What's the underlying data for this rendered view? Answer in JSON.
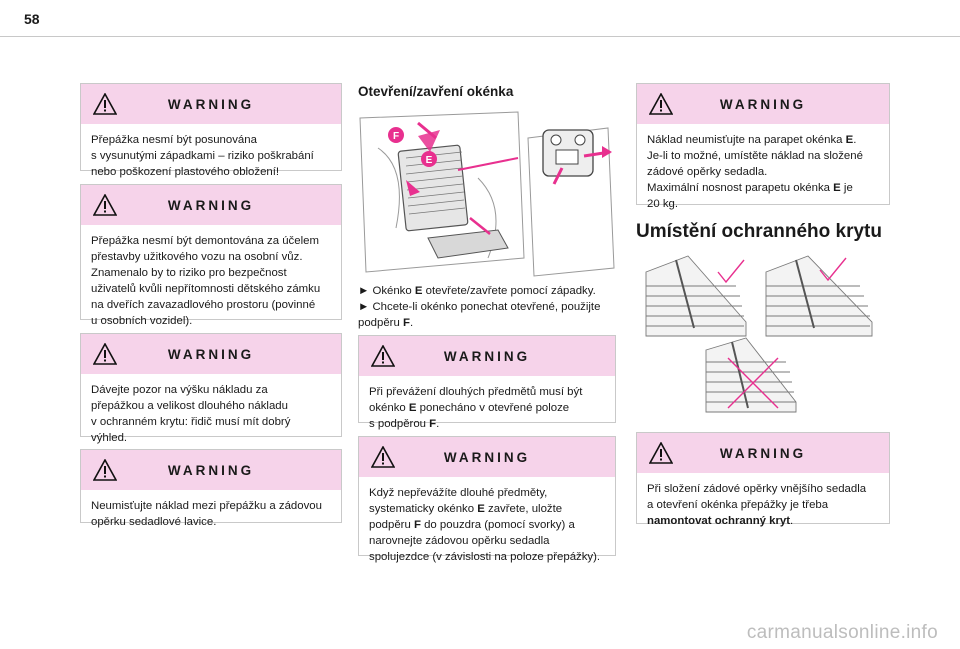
{
  "page_number": "58",
  "col1": {
    "w1": {
      "title": "WARNING",
      "lines": [
        "Přepážka nesmí být posunována",
        "s vysunutými západkami – riziko poškrabání",
        "nebo poškození plastového obložení!"
      ]
    },
    "w2": {
      "title": "WARNING",
      "lines": [
        "Přepážka nesmí být demontována za účelem",
        "přestavby užitkového vozu na osobní vůz.",
        "Znamenalo by to riziko pro bezpečnost",
        "uživatelů kvůli nepřítomnosti dětského zámku",
        "na dveřích zavazadlového prostoru (povinné",
        "u osobních vozidel)."
      ]
    },
    "w3": {
      "title": "WARNING",
      "lines": [
        "Dávejte pozor na výšku nákladu za",
        "přepážkou a velikost dlouhého nákladu",
        "v ochranném krytu: řidič musí mít dobrý",
        "výhled."
      ]
    },
    "w4": {
      "title": "WARNING",
      "lines": [
        "Neumisťujte náklad mezi přepážku a zádovou",
        "opěrku sedadlové lavice."
      ]
    }
  },
  "col2": {
    "title": "Otevření/zavření okénka",
    "figure_labels": {
      "f": "F",
      "e": "E"
    },
    "bullet1": {
      "arrow": "►",
      "a": "Okénko ",
      "b": "E",
      "c": " otevřete/zavřete pomocí západky."
    },
    "bullet2": {
      "arrow": "►",
      "a": "Chcete-li okénko ponechat otevřené, použijte",
      "b": "podpěru ",
      "c": "F",
      "d": "."
    },
    "w5": {
      "title": "WARNING",
      "l1": "Při převážení dlouhých předmětů musí být",
      "l2a": "okénko ",
      "l2b": "E",
      "l2c": " ponecháno v otevřené poloze",
      "l3a": "s podpěrou ",
      "l3b": "F",
      "l3c": "."
    },
    "w6": {
      "title": "WARNING",
      "l1": "Když nepřevážíte dlouhé předměty,",
      "l2a": "systematicky okénko ",
      "l2b": "E",
      "l2c": " zavřete, uložte",
      "l3a": "podpěru ",
      "l3b": "F",
      "l3c": " do pouzdra (pomocí svorky) a",
      "l4": "narovnejte zádovou opěrku sedadla",
      "l5": "spolujezdce (v závislosti na poloze přepážky)."
    }
  },
  "col3": {
    "w7": {
      "title": "WARNING",
      "l1a": "Náklad neumisťujte na parapet okénka ",
      "l1b": "E",
      "l1c": ".",
      "l2": "Je-li to možné, umístěte náklad na složené",
      "l3": "zádové opěrky sedadla.",
      "l4a": "Maximální nosnost parapetu okénka ",
      "l4b": "E",
      "l4c": " je",
      "l5": "20 kg."
    },
    "title": "Umístění ochranného krytu",
    "w8": {
      "title": "WARNING",
      "l1": "Při složení zádové opěrky vnějšího sedadla",
      "l2": "a otevření okénka přepážky je třeba",
      "l3a": "namontovat ochranný kryt",
      "l3b": "."
    }
  },
  "footer": "carmanualsonline.info",
  "colors": {
    "warning_header": "#f6d3ea",
    "accent": "#e8308f",
    "border": "#c9c9c9"
  }
}
